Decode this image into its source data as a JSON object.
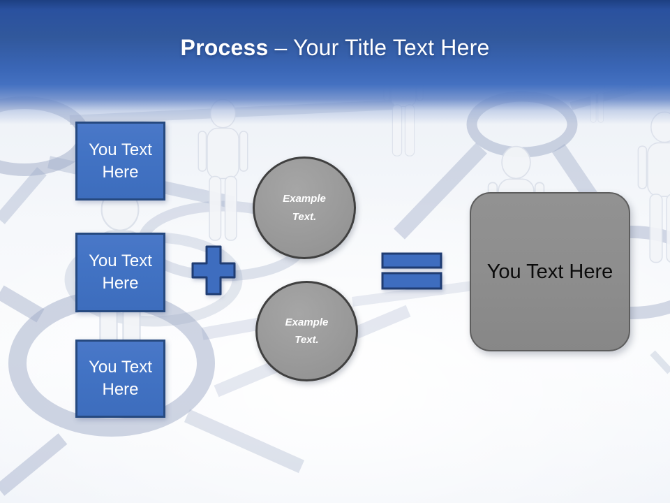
{
  "slide": {
    "title": {
      "emphasis": "Process",
      "rest": "– Your Title Text Here"
    },
    "input_boxes": [
      {
        "label": "You Text Here"
      },
      {
        "label": "You Text Here"
      },
      {
        "label": "You Text Here"
      }
    ],
    "operators": [
      {
        "icon": "plus-icon"
      },
      {
        "icon": "equals-icon"
      }
    ],
    "example_circles": [
      {
        "label": "Example Text."
      },
      {
        "label": "Example Text."
      }
    ],
    "result_box": {
      "label": "You Text Here"
    },
    "colors": {
      "header_blue_dark": "#2a519f",
      "header_blue_light": "#4471c1",
      "placeholder_blue": "#4273c4",
      "placeholder_border": "#26497f",
      "operator_blue": "#3e6dbf",
      "operator_border": "#1f3c72",
      "circle_gray": "#9a9a9a",
      "circle_border": "#404040",
      "result_gray": "#8d8d8d",
      "result_border": "#5d5d5d",
      "title_text": "#ffffff"
    }
  }
}
